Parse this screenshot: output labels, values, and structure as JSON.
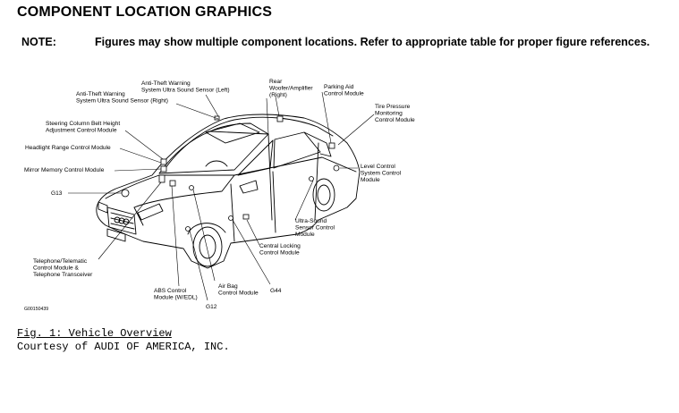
{
  "header": {
    "title": "COMPONENT LOCATION GRAPHICS",
    "note_label": "NOTE:",
    "note_text": "Figures may show multiple component locations. Refer to appropriate table for proper figure references."
  },
  "figure": {
    "labels": {
      "anti_theft_left_1": "Anti-Theft Warning",
      "anti_theft_left_2": "System Ultra Sound Sensor (Left)",
      "anti_theft_right_1": "Anti-Theft Warning",
      "anti_theft_right_2": "System Ultra Sound Sensor (Right)",
      "rear_woofer_1": "Rear",
      "rear_woofer_2": "Woofer/Amplifier",
      "rear_woofer_3": "(Right)",
      "parking_aid_1": "Parking Aid",
      "parking_aid_2": "Control Module",
      "tire_pressure_1": "Tire Pressure",
      "tire_pressure_2": "Monitoring",
      "tire_pressure_3": "Control Module",
      "steering_column_1": "Steering Column Belt Height",
      "steering_column_2": "Adjustment Control Module",
      "headlight_range": "Headlight Range Control Module",
      "mirror_memory": "Mirror Memory Control Module",
      "level_control_1": "Level Control",
      "level_control_2": "System Control",
      "level_control_3": "Module",
      "g13": "G13",
      "ultra_sound_1": "Ultra-Sound",
      "ultra_sound_2": "Sensor Control",
      "ultra_sound_3": "Module",
      "central_locking_1": "Central Locking",
      "central_locking_2": "Control Module",
      "telephone_1": "Telephone/Telematic",
      "telephone_2": "Control Module &",
      "telephone_3": "Telephone Transceiver",
      "abs_1": "ABS Control",
      "abs_2": "Module (W/EDL)",
      "air_bag_1": "Air Bag",
      "air_bag_2": "Control Module",
      "g44": "G44",
      "g12": "G12",
      "figure_id": "G00150439"
    }
  },
  "caption": {
    "fig_label": "Fig. 1: Vehicle Overview",
    "credit": "Courtesy of AUDI OF AMERICA, INC."
  }
}
